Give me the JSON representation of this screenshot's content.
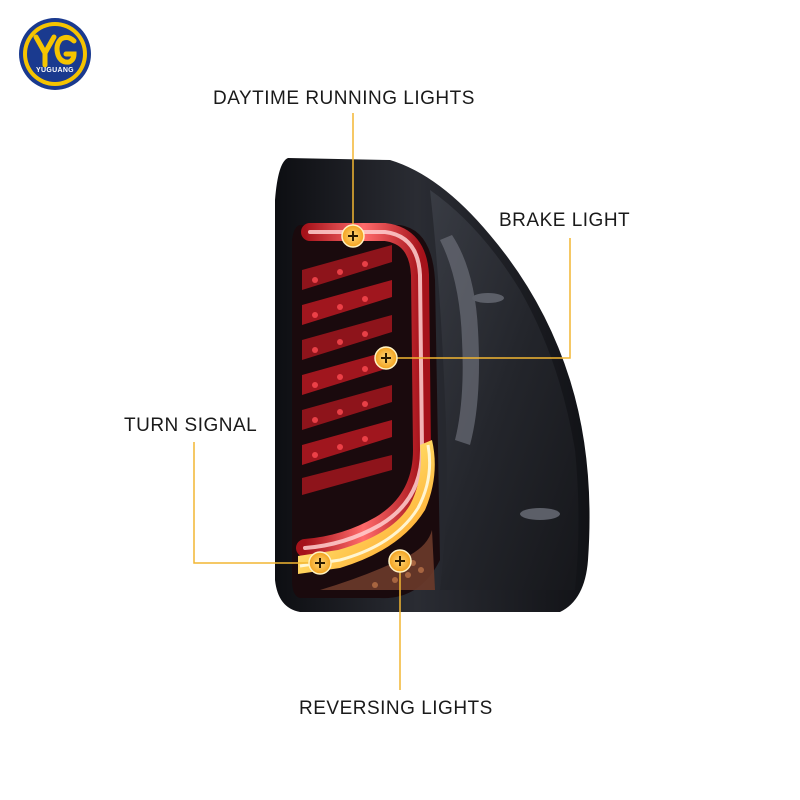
{
  "logo": {
    "text": "YUGUANG",
    "monogram": "YG",
    "colors": {
      "ring": "#1a3a8f",
      "fill": "#f5c400"
    }
  },
  "callouts": [
    {
      "id": "drl",
      "label": "DAYTIME RUNNING LIGHTS"
    },
    {
      "id": "brake",
      "label": "BRAKE LIGHT"
    },
    {
      "id": "turn",
      "label": "TURN SIGNAL"
    },
    {
      "id": "reverse",
      "label": "REVERSING LIGHTS"
    }
  ],
  "colors": {
    "callout_line": "#f2b632",
    "marker_fill": "#f5a623",
    "housing": "#1c1d22",
    "light_red": "#d8232a",
    "turn_amber": "#ffc94a"
  },
  "icons": {
    "marker": "plus-circle-icon"
  }
}
